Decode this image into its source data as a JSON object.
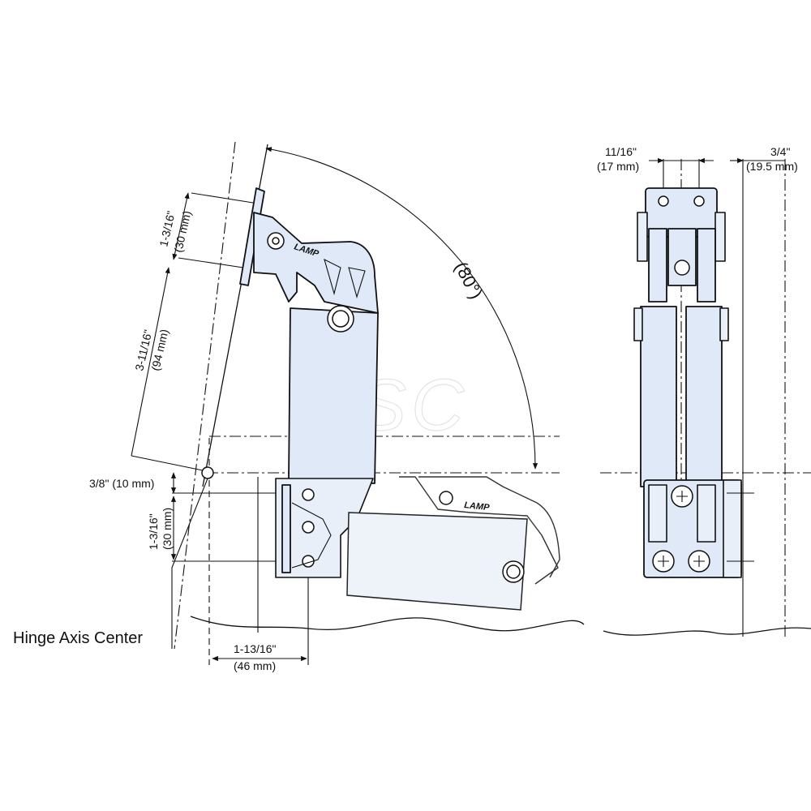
{
  "diagram": {
    "labels": {
      "top_left_dim_in": "1-3/16\"",
      "top_left_dim_mm": "(30 mm)",
      "mid_left_dim_in": "3-11/16\"",
      "mid_left_dim_mm": "(94 mm)",
      "angle": "(80°)",
      "offset_dim": "3/8\" (10 mm)",
      "lower_left_dim_in": "1-3/16\"",
      "lower_left_dim_mm": "(30 mm)",
      "bottom_dim_in": "1-13/16\"",
      "bottom_dim_mm": "(46 mm)",
      "hinge_axis": "Hinge Axis Center",
      "right_width_in": "11/16\"",
      "right_width_mm": "(17 mm)",
      "right_offset_in": "3/4\"",
      "right_offset_mm": "(19.5 mm)",
      "brand_upper": "LAMP",
      "brand_lower": "LAMP",
      "watermark": "MSC"
    },
    "colors": {
      "part_fill": "#dfe9f7",
      "line": "#111111",
      "background": "#ffffff"
    }
  }
}
